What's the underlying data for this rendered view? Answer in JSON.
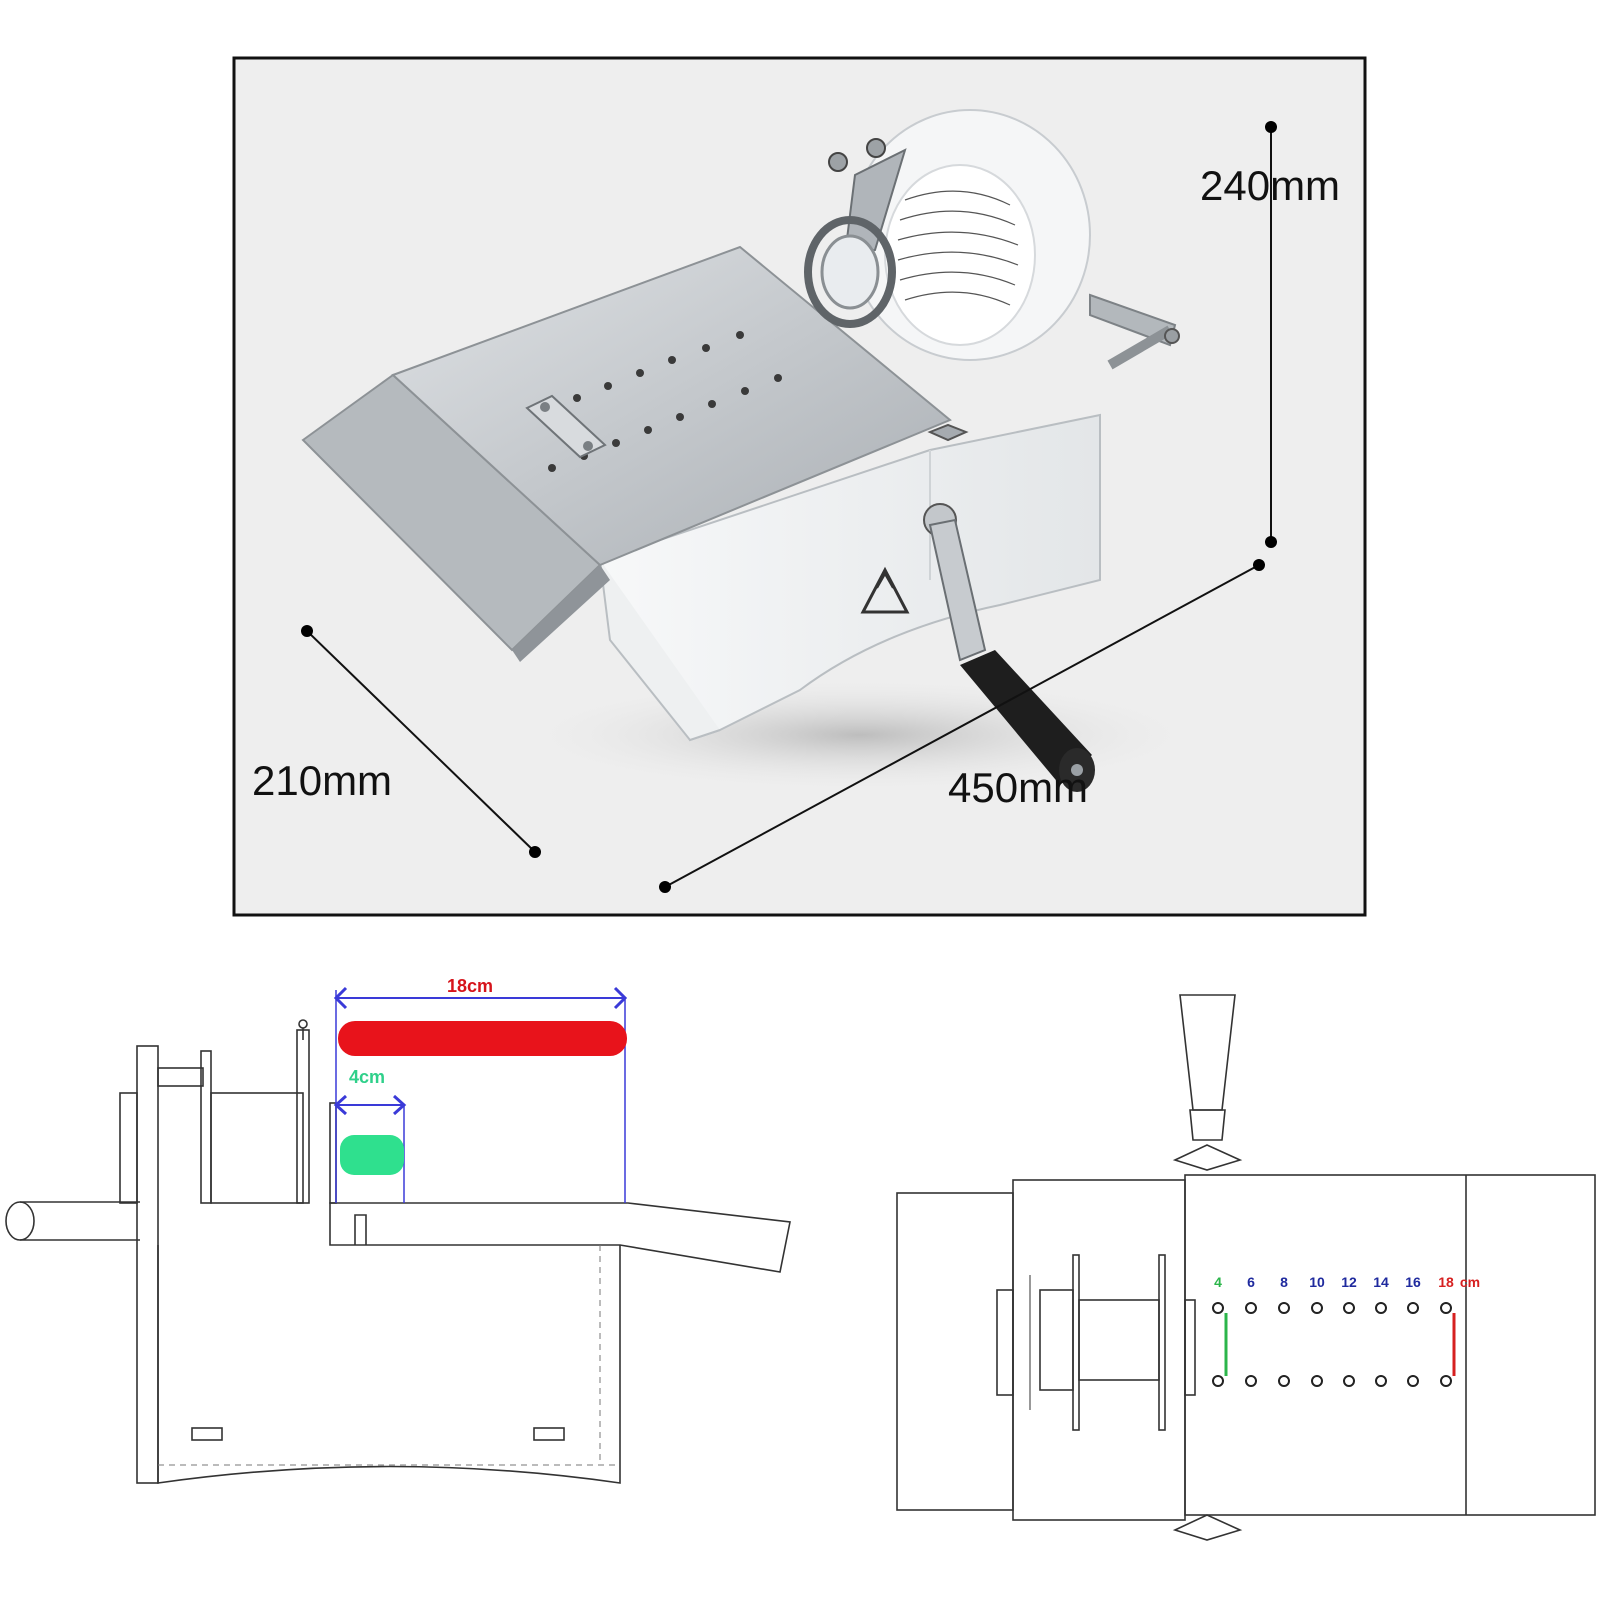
{
  "photo": {
    "height_label": "240mm",
    "depth_label": "210mm",
    "length_label": "450mm",
    "colors": {
      "background": "#eeeeee",
      "steel": "#c9ccd0",
      "housing": "#f4f6f7",
      "handle": "#1e1e1e"
    }
  },
  "side_view": {
    "long_length_label": "18cm",
    "short_length_label": "4cm",
    "colors": {
      "long_bar": "#e8131b",
      "short_bar": "#2fe08e",
      "dimension_line": "#3a3ad8"
    }
  },
  "top_view": {
    "scale_marks": [
      "4",
      "6",
      "8",
      "10",
      "12",
      "14",
      "16",
      "18"
    ],
    "scale_unit": "cm",
    "colors": {
      "first_mark": "#2bb54a",
      "middle_marks": "#1f2a9e",
      "last_mark": "#d62020"
    }
  }
}
